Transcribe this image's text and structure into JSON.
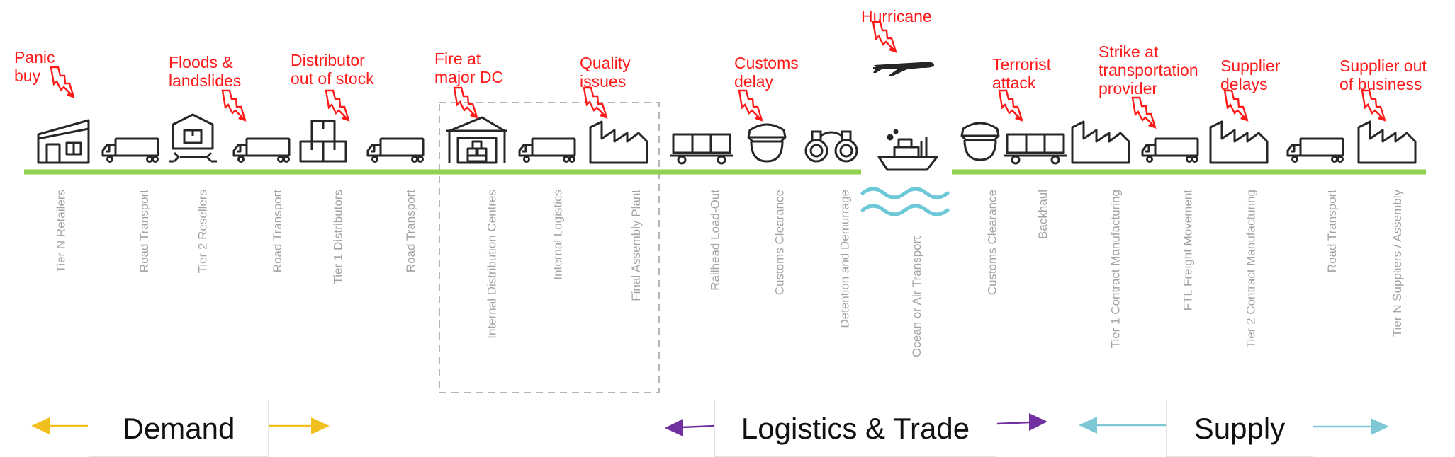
{
  "risks": [
    {
      "id": "panic",
      "text": "Panic\nbuy"
    },
    {
      "id": "floods",
      "text": "Floods &\nlandslides"
    },
    {
      "id": "distributor",
      "text": "Distributor\nout of stock"
    },
    {
      "id": "fire",
      "text": "Fire at\nmajor DC"
    },
    {
      "id": "quality",
      "text": "Quality\nissues"
    },
    {
      "id": "customs",
      "text": "Customs\ndelay"
    },
    {
      "id": "hurricane",
      "text": "Hurricane"
    },
    {
      "id": "terrorist",
      "text": "Terrorist\nattack"
    },
    {
      "id": "strike",
      "text": "Strike at\ntransportation\nprovider"
    },
    {
      "id": "supplier-delays",
      "text": "Supplier\ndelays"
    },
    {
      "id": "supplier-out",
      "text": "Supplier out\nof business"
    }
  ],
  "stages": [
    {
      "id": "tier-n-retailers",
      "label": "Tier N Retailers"
    },
    {
      "id": "road-transport-1",
      "label": "Road Transport"
    },
    {
      "id": "tier2-resellers",
      "label": "Tier 2 Resellers"
    },
    {
      "id": "road-transport-2",
      "label": "Road Transport"
    },
    {
      "id": "tier1-distributors",
      "label": "Tier 1 Distributors"
    },
    {
      "id": "road-transport-3",
      "label": "Road Transport"
    },
    {
      "id": "internal-dc",
      "label": "Internal Distribution Centres"
    },
    {
      "id": "internal-logistics",
      "label": "Internal Logistics"
    },
    {
      "id": "final-assembly",
      "label": "Final Assembly Plant"
    },
    {
      "id": "railhead",
      "label": "Railhead Load-Out"
    },
    {
      "id": "customs-1",
      "label": "Customs Clearance"
    },
    {
      "id": "detention",
      "label": "Detention and Demurrage"
    },
    {
      "id": "ocean-air",
      "label": "Ocean or Air Transport"
    },
    {
      "id": "customs-2",
      "label": "Customs Clearance"
    },
    {
      "id": "backhaul",
      "label": "Backhaul"
    },
    {
      "id": "tier1-contract",
      "label": "Tier 1 Contract Manufacturing"
    },
    {
      "id": "ftl",
      "label": "FTL Freight Movement"
    },
    {
      "id": "tier2-contract",
      "label": "Tier 2 Contract Manufacturing"
    },
    {
      "id": "road-transport-4",
      "label": "Road Transport"
    },
    {
      "id": "tier-n-suppliers",
      "label": "Tier N Suppliers / Assembly"
    }
  ],
  "categories": {
    "demand": {
      "label": "Demand",
      "color": "#f2c01e"
    },
    "logistics": {
      "label": "Logistics & Trade",
      "color": "#7030a0"
    },
    "supply": {
      "label": "Supply",
      "color": "#7ec8d6"
    }
  },
  "colors": {
    "line": "#92d050",
    "water": "#6cc7d6",
    "icon": "#262626",
    "risk": "#ff1a1a"
  },
  "icons": [
    "shop-icon",
    "truck-icon",
    "warehouse-box-icon",
    "boxes-icon",
    "distribution-centre-icon",
    "factory-icon",
    "rail-wagon-icon",
    "customs-officer-icon",
    "handcuffs-icon",
    "plane-icon",
    "ship-icon",
    "waves-icon",
    "lightning-icon"
  ]
}
